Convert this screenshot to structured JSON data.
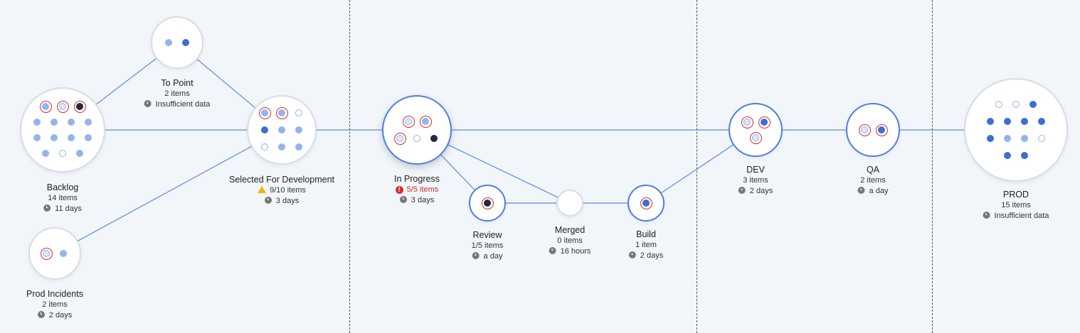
{
  "stages": [
    {
      "id": "backlog",
      "name": "Backlog",
      "count": "14 items",
      "time": "11 days",
      "status": "normal",
      "dots": [
        "r-light",
        "r-light-outline",
        "r-dark",
        "light",
        "light",
        "light",
        "light",
        "light",
        "light",
        "light",
        "light",
        "light",
        "outline",
        "light"
      ]
    },
    {
      "id": "to-point",
      "name": "To Point",
      "count": "2 items",
      "time": "Insufficient data",
      "status": "normal",
      "dots": [
        "light",
        "mid"
      ]
    },
    {
      "id": "prod-incidents",
      "name": "Prod Incidents",
      "count": "2 items",
      "time": "2 days",
      "status": "normal",
      "dots": [
        "r-light-outline",
        "light"
      ]
    },
    {
      "id": "selected-for-development",
      "name": "Selected For Development",
      "count": "9/10 items",
      "time": "3 days",
      "status": "warning",
      "dots": [
        "r-light",
        "r-light",
        "outline",
        "mid",
        "light",
        "light",
        "outline",
        "light",
        "light"
      ]
    },
    {
      "id": "in-progress",
      "name": "In Progress",
      "count": "5/5 items",
      "time": "3 days",
      "status": "error",
      "dots": [
        "r-light-outline",
        "r-light",
        "r-light-outline",
        "outline",
        "dark"
      ]
    },
    {
      "id": "review",
      "name": "Review",
      "count": "1/5 items",
      "time": "a day",
      "status": "normal",
      "dots": [
        "r-dark"
      ]
    },
    {
      "id": "merged",
      "name": "Merged",
      "count": "0 items",
      "time": "16 hours",
      "status": "normal",
      "dots": []
    },
    {
      "id": "build",
      "name": "Build",
      "count": "1 item",
      "time": "2 days",
      "status": "normal",
      "dots": [
        "r-mid"
      ]
    },
    {
      "id": "dev",
      "name": "DEV",
      "count": "3 items",
      "time": "2 days",
      "status": "normal",
      "dots": [
        "r-light-outline",
        "r-mid",
        "r-light-outline"
      ]
    },
    {
      "id": "qa",
      "name": "QA",
      "count": "2 items",
      "time": "a day",
      "status": "normal",
      "dots": [
        "r-light-outline",
        "r-mid"
      ]
    },
    {
      "id": "prod",
      "name": "PROD",
      "count": "15 items",
      "time": "Insufficient data",
      "status": "normal",
      "dots": [
        "outline",
        "outline",
        "mid",
        "mid",
        "mid",
        "mid",
        "mid",
        "mid",
        "light",
        "light",
        "outline",
        "mid",
        "mid",
        "mid",
        "light"
      ]
    }
  ],
  "colors": {
    "line": "#5b8de0",
    "dot_light": "#93b4ec",
    "dot_mid": "#3d6fd1",
    "dot_dark": "#1f2a44",
    "ring_red": "#d32f2f",
    "warning": "#f2b400",
    "error": "#d32f2f"
  }
}
